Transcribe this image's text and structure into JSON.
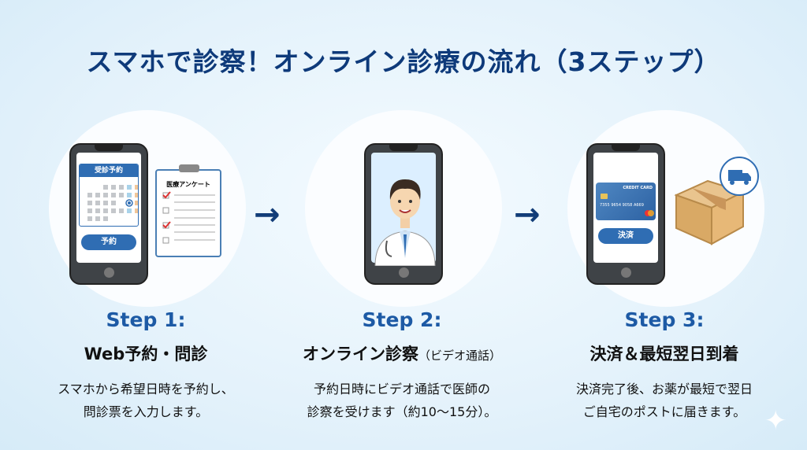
{
  "title": "スマホで診察！オンライン診療の流れ（3ステップ）",
  "arrows": [
    "→",
    "→"
  ],
  "steps": [
    {
      "label": "Step 1:",
      "subtitle": "Web予約・問診",
      "subtitle_note": "",
      "desc": [
        "スマホから希望日時を予約し、",
        "問診票を入力します。"
      ],
      "illustration": {
        "screen_header": "受診予約",
        "button": "予約",
        "clipboard_title": "医療アンケート"
      }
    },
    {
      "label": "Step 2:",
      "subtitle": "オンライン診察",
      "subtitle_note": "（ビデオ通話）",
      "desc": [
        "予約日時にビデオ通話で医師の",
        "診察を受けます（約10〜15分）。"
      ],
      "illustration": {
        "icon": "doctor-video-call"
      }
    },
    {
      "label": "Step 3:",
      "subtitle": "決済＆最短翌日到着",
      "subtitle_note": "",
      "desc": [
        "決済完了後、お薬が最短で翌日",
        "ご自宅のポストに届きます。"
      ],
      "illustration": {
        "card_label": "CREDIT CARD",
        "card_number": "7355 9654 9058 A669",
        "button": "決済",
        "icon": "truck-delivery-box"
      }
    }
  ],
  "colors": {
    "title": "#0e3a7a",
    "step_label": "#1d5aa5",
    "button": "#2f6db3"
  }
}
